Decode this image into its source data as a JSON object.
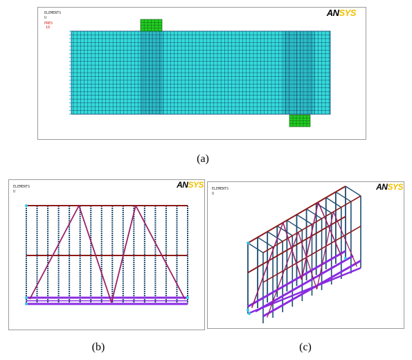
{
  "panels": [
    {
      "caption": "(a)",
      "label_elements": "ELEMENTS",
      "label_type": "U",
      "label_pres": "PRES",
      "label_num": "10",
      "logo_an": "AN",
      "logo_sys": "SYS"
    },
    {
      "caption": "(b)",
      "label_elements": "ELEMENTS",
      "label_type": "U",
      "logo_an": "AN",
      "logo_sys": "SYS"
    },
    {
      "caption": "(c)",
      "label_elements": "ELEMENTS",
      "label_type": "U",
      "logo_an": "AN",
      "logo_sys": "SYS"
    }
  ],
  "colors": {
    "mesh_fill": "#35dcd8",
    "mesh_line": "#0b3a6a",
    "pad_fill": "#22cc22",
    "chord": "#8c1a1a",
    "diagonal": "#9a2068",
    "bottom_chord": "#8a2be2",
    "vertical": "#1b4b70",
    "node": "#33c8e8"
  }
}
